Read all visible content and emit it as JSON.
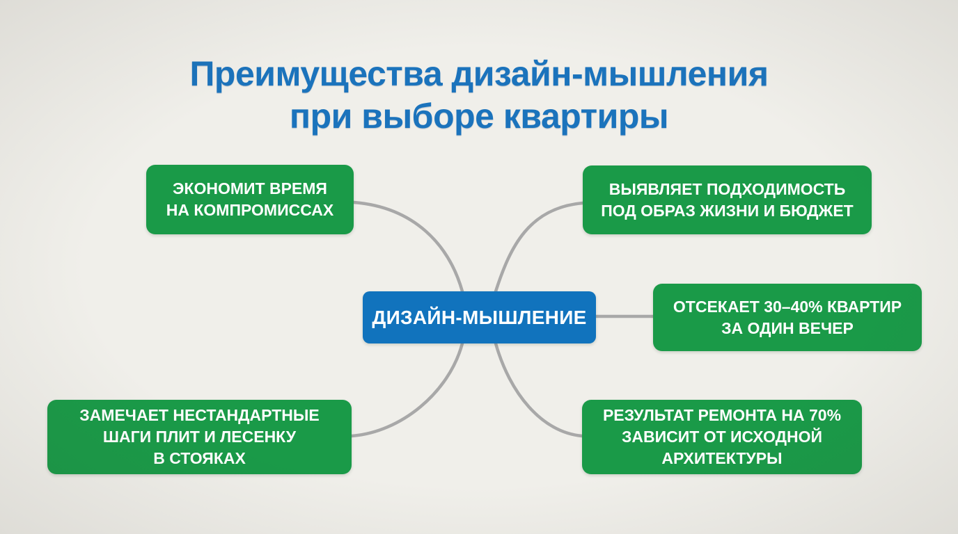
{
  "slide": {
    "title_line1": "Преимущества дизайн-мышления",
    "title_line2": "при выборе квартиры"
  },
  "center_node": {
    "label": "ДИЗАЙН-МЫШЛЕНИЕ"
  },
  "nodes": {
    "top_left": {
      "line1": "ЭКОНОМИТ ВРЕМЯ",
      "line2": "НА КОМПРОМИССАХ"
    },
    "top_right": {
      "line1": "ВЫЯВЛЯЕТ ПОДХОДИМОСТЬ",
      "line2": "ПОД ОБРАЗ ЖИЗНИ И БЮДЖЕТ"
    },
    "mid_right": {
      "line1": "ОТСЕКАЕТ 30–40% КВАРТИР",
      "line2": "ЗА ОДИН ВЕЧЕР"
    },
    "bottom_left": {
      "line1": "ЗАМЕЧАЕТ НЕСТАНДАРТНЫЕ",
      "line2": "ШАГИ ПЛИТ И ЛЕСЕНКУ",
      "line3": "В СТОЯКАХ"
    },
    "bottom_right": {
      "line1": "РЕЗУЛЬТАТ РЕМОНТА НА 70%",
      "line2": "ЗАВИСИТ ОТ ИСХОДНОЙ",
      "line3": "АРХИТЕКТУРЫ"
    }
  },
  "colors": {
    "background": "#f0efea",
    "title_text": "#1b73bc",
    "node_green": "#1a9a48",
    "center_blue": "#1173bd",
    "node_text": "#ffffff",
    "connector": "#a8a8a8"
  }
}
